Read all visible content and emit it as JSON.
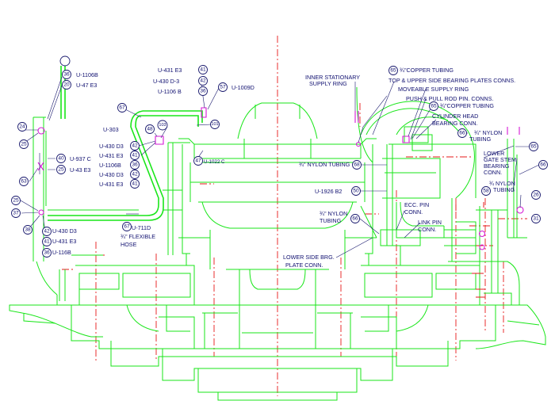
{
  "colors": {
    "structure": "#19e619",
    "centerline": "#e61919",
    "annotation": "#1a1a6e",
    "fitting": "#d619d6"
  },
  "labels": [
    {
      "id": "u1106b-top",
      "text": "U-1106B"
    },
    {
      "id": "u47e3-top",
      "text": "U-47 E3"
    },
    {
      "id": "u431e3-a",
      "text": "U-431 E3"
    },
    {
      "id": "u430d3-a",
      "text": "U-430 D-3"
    },
    {
      "id": "u1106b-a",
      "text": "U-1106 B"
    },
    {
      "id": "u1009d",
      "text": "U-1009D"
    },
    {
      "id": "u303",
      "text": "U-303"
    },
    {
      "id": "u430d3-b",
      "text": "U-430 D3"
    },
    {
      "id": "u431e3-b",
      "text": "U-431 E3"
    },
    {
      "id": "u1106b-b",
      "text": "U-1106B"
    },
    {
      "id": "u430d3-c",
      "text": "U-430 D3"
    },
    {
      "id": "u431e3-c",
      "text": "U-431 E3"
    },
    {
      "id": "u937c",
      "text": "U-937 C"
    },
    {
      "id": "u43e3",
      "text": "U-43 E3"
    },
    {
      "id": "u1022c",
      "text": "U-1022 C"
    },
    {
      "id": "u711d",
      "text": "U-711D"
    },
    {
      "id": "flex-hose-1",
      "text": "¾\" FLEXIBLE"
    },
    {
      "id": "flex-hose-2",
      "text": "HOSE"
    },
    {
      "id": "u430d3-d",
      "text": "U-430 D3"
    },
    {
      "id": "u431e3-d",
      "text": "U-431 E3"
    },
    {
      "id": "u116b",
      "text": "U-116B"
    },
    {
      "id": "inner-ring-1",
      "text": "INNER STATIONARY"
    },
    {
      "id": "inner-ring-2",
      "text": "SUPPLY RING"
    },
    {
      "id": "copper-1",
      "text": "¾\"COPPER TUBING"
    },
    {
      "id": "top-upper-bearing",
      "text": "TOP & UPPER SIDE BEARING PLATES CONNS."
    },
    {
      "id": "moveable-ring",
      "text": "MOVEABLE SUPPLY RING"
    },
    {
      "id": "push-pull",
      "text": "PUSH & PULL ROD PIN. CONNS."
    },
    {
      "id": "copper-2",
      "text": "¾\"COPPER TUBING"
    },
    {
      "id": "cyl-head-1",
      "text": "CYLINDER HEAD"
    },
    {
      "id": "cyl-head-2",
      "text": "BEARING CONN."
    },
    {
      "id": "nylon-r-1",
      "text": "¾\" NYLON"
    },
    {
      "id": "nylon-r-2",
      "text": "TUBING"
    },
    {
      "id": "nylon-mid",
      "text": "¾\" NYLON TUBING"
    },
    {
      "id": "u1926b2",
      "text": "U-1926 B2"
    },
    {
      "id": "nylon-low-1",
      "text": "¾\" NYLON"
    },
    {
      "id": "nylon-low-2",
      "text": "TUBING"
    },
    {
      "id": "ecc-pin-1",
      "text": "ECC. PIN"
    },
    {
      "id": "ecc-pin-2",
      "text": "CONN."
    },
    {
      "id": "link-pin-1",
      "text": "LINK PIN"
    },
    {
      "id": "link-pin-2",
      "text": "CONN."
    },
    {
      "id": "lower-side-1",
      "text": "LOWER SIDE BRG."
    },
    {
      "id": "lower-side-2",
      "text": "PLATE CONN."
    },
    {
      "id": "lower-gate-1",
      "text": "LOWER"
    },
    {
      "id": "lower-gate-2",
      "text": "GATE STEM"
    },
    {
      "id": "lower-gate-3",
      "text": "BEARING"
    },
    {
      "id": "lower-gate-4",
      "text": "CONN."
    },
    {
      "id": "nylon-far-1",
      "text": "¾ NYLON"
    },
    {
      "id": "nylon-far-2",
      "text": "TUBING"
    }
  ],
  "bubbles": [
    {
      "id": "b36a",
      "text": "36"
    },
    {
      "id": "b20",
      "text": "20"
    },
    {
      "id": "b41a",
      "text": "41"
    },
    {
      "id": "b42a",
      "text": "42"
    },
    {
      "id": "b36b",
      "text": "36"
    },
    {
      "id": "b57",
      "text": "57"
    },
    {
      "id": "b67a",
      "text": "67"
    },
    {
      "id": "b48",
      "text": "48"
    },
    {
      "id": "b103",
      "text": "103"
    },
    {
      "id": "b101",
      "text": "101"
    },
    {
      "id": "b42b",
      "text": "42"
    },
    {
      "id": "b41b",
      "text": "41"
    },
    {
      "id": "b36c",
      "text": "36"
    },
    {
      "id": "b42c",
      "text": "42"
    },
    {
      "id": "b41c",
      "text": "41"
    },
    {
      "id": "b24",
      "text": "24"
    },
    {
      "id": "b25a",
      "text": "25"
    },
    {
      "id": "b40",
      "text": "40"
    },
    {
      "id": "b25b",
      "text": "25"
    },
    {
      "id": "b63",
      "text": "63"
    },
    {
      "id": "b47",
      "text": "47"
    },
    {
      "id": "b25c",
      "text": "25"
    },
    {
      "id": "b37",
      "text": "37"
    },
    {
      "id": "b38",
      "text": "38"
    },
    {
      "id": "b67b",
      "text": "67"
    },
    {
      "id": "b42d",
      "text": "42"
    },
    {
      "id": "b41d",
      "text": "41"
    },
    {
      "id": "b36d",
      "text": "36"
    },
    {
      "id": "b65a",
      "text": "65"
    },
    {
      "id": "b65b",
      "text": "65"
    },
    {
      "id": "b66a",
      "text": "66"
    },
    {
      "id": "b68",
      "text": "68"
    },
    {
      "id": "b50",
      "text": "50"
    },
    {
      "id": "b66b",
      "text": "66"
    },
    {
      "id": "b65c",
      "text": "65"
    },
    {
      "id": "b66c",
      "text": "66"
    },
    {
      "id": "b58",
      "text": "58"
    },
    {
      "id": "b26",
      "text": "26"
    },
    {
      "id": "b31",
      "text": "31"
    }
  ]
}
